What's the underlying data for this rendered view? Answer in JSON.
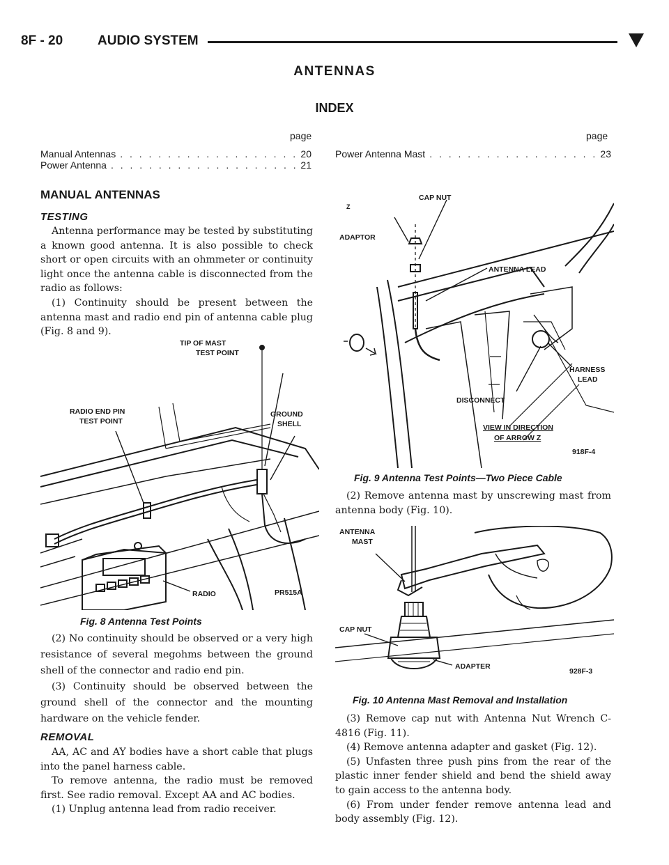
{
  "header": {
    "page_number": "8F - 20",
    "section": "AUDIO SYSTEM"
  },
  "title": "ANTENNAS",
  "index": {
    "heading": "INDEX",
    "page_label": "page",
    "left_items": [
      {
        "label": "Manual Antennas",
        "page": "20"
      },
      {
        "label": "Power Antenna",
        "page": "21"
      }
    ],
    "right_items": [
      {
        "label": "Power Antenna Mast",
        "page": "23"
      }
    ]
  },
  "manual_heading": "MANUAL ANTENNAS",
  "testing": {
    "heading": "TESTING",
    "p1": "Antenna performance may be tested by substituting a known good antenna. It is also possible to check short or open circuits with an ohmmeter or continuity light once the antenna cable is disconnected from the radio as follows:",
    "p2": "(1) Continuity should be present between the antenna mast and radio end pin of antenna cable plug (Fig. 8 and 9).",
    "p3": "(2) No continuity should be observed or a very high resistance of several megohms between the ground shell of the connector and radio end pin.",
    "p4": "(3) Continuity should be observed between the ground shell of the connector and the mounting hardware on the vehicle fender."
  },
  "removal": {
    "heading": "REMOVAL",
    "p1": "AA, AC and AY bodies have a short cable that plugs into the panel harness cable.",
    "p2": "To remove antenna, the radio must be removed first. See radio removal. Except AA and AC bodies.",
    "p3": "(1) Unplug antenna lead from radio receiver.",
    "p4": "(2) Remove antenna mast by unscrewing mast from antenna body (Fig. 10).",
    "p5": "(3) Remove cap nut with Antenna Nut Wrench C-4816 (Fig. 11).",
    "p6": "(4) Remove antenna adapter and gasket (Fig. 12).",
    "p7": "(5) Unfasten three push pins from the rear of the plastic inner fender shield and bend the shield away to gain access to the antenna body.",
    "p8": "(6) From under fender remove antenna lead and body assembly (Fig. 12)."
  },
  "fig8": {
    "caption": "Fig. 8 Antenna Test Points",
    "labels": {
      "tip1": "TIP OF MAST",
      "tip2": "TEST POINT",
      "radio_pin1": "RADIO END PIN",
      "radio_pin2": "TEST POINT",
      "ground1": "GROUND",
      "ground2": "SHELL",
      "radio": "RADIO",
      "code": "PR515A"
    }
  },
  "fig9": {
    "caption": "Fig. 9 Antenna Test Points—Two Piece Cable",
    "labels": {
      "cap_nut": "CAP NUT",
      "adaptor": "ADAPTOR",
      "antenna_lead": "ANTENNA LEAD",
      "harness1": "HARNESS",
      "harness2": "LEAD",
      "disconnect": "DISCONNECT",
      "view1": "VIEW IN DIRECTION",
      "view2": "OF ARROW Z",
      "z": "Z",
      "code": "918F-4"
    }
  },
  "fig10": {
    "caption": "Fig. 10 Antenna Mast Removal and Installation",
    "labels": {
      "mast1": "ANTENNA",
      "mast2": "MAST",
      "cap_nut": "CAP NUT",
      "adapter": "ADAPTER",
      "code": "928F-3"
    }
  }
}
